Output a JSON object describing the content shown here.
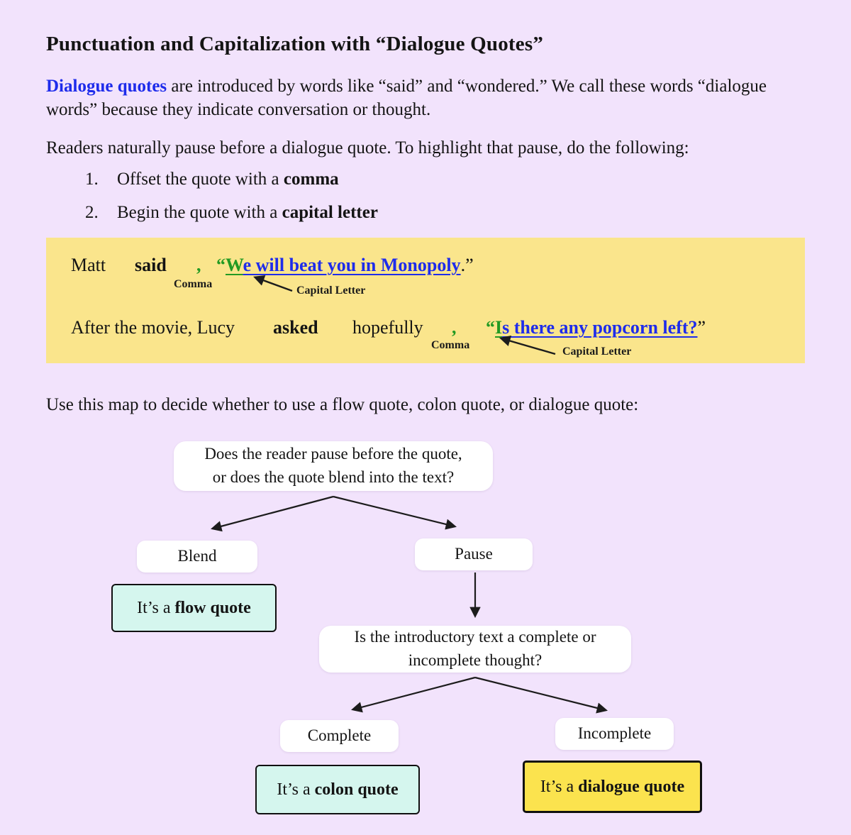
{
  "doc": {
    "title": "Punctuation and Capitalization with “Dialogue Quotes”",
    "intro": {
      "lead": "Dialogue quotes",
      "rest": " are introduced by words like “said” and “wondered.” We call these words “dialogue words” because they indicate conversation or thought."
    },
    "pause_para": "Readers naturally pause before a dialogue quote. To highlight that pause, do the following:",
    "list": [
      {
        "num": "1.",
        "pre": "Offset the quote with a ",
        "bold": "comma"
      },
      {
        "num": "2.",
        "pre": "Begin the quote with a ",
        "bold": "capital letter"
      }
    ],
    "map_intro": "Use this map to decide whether to use a flow quote, colon quote, or dialogue quote:"
  },
  "examples": {
    "labels": {
      "comma": "Comma",
      "capital": "Capital Letter"
    },
    "ex1": {
      "subject": "Matt",
      "verb": "said",
      "comma": ",",
      "open_quote": "“",
      "capital": "W",
      "rest": "e will beat you in Monopoly",
      "close": ".”"
    },
    "ex2": {
      "intro": "After the movie, Lucy",
      "verb": "asked",
      "adverb": "hopefully",
      "comma": ",",
      "open_quote": "“",
      "capital": "I",
      "rest": "s there any popcorn left?",
      "close": "”"
    }
  },
  "flow": {
    "q1_line1": "Does the reader pause before the quote,",
    "q1_line2": "or does the quote blend into the text?",
    "blend": "Blend",
    "pause": "Pause",
    "flow_pre": "It’s a ",
    "flow_bold": "flow quote",
    "q2_line1": "Is the introductory text a complete or",
    "q2_line2": "incomplete thought?",
    "complete": "Complete",
    "incomplete": "Incomplete",
    "colon_pre": "It’s a ",
    "colon_bold": "colon quote",
    "dialogue_pre": "It’s a ",
    "dialogue_bold": "dialogue quote"
  },
  "colors": {
    "page_bg": "#f2e3fc",
    "band_bg": "#fae58c",
    "mint_bg": "#d5f6ee",
    "yellow_box": "#fbe34e",
    "blue": "#1e2ceb",
    "green": "#239a23",
    "ink": "#141414"
  }
}
